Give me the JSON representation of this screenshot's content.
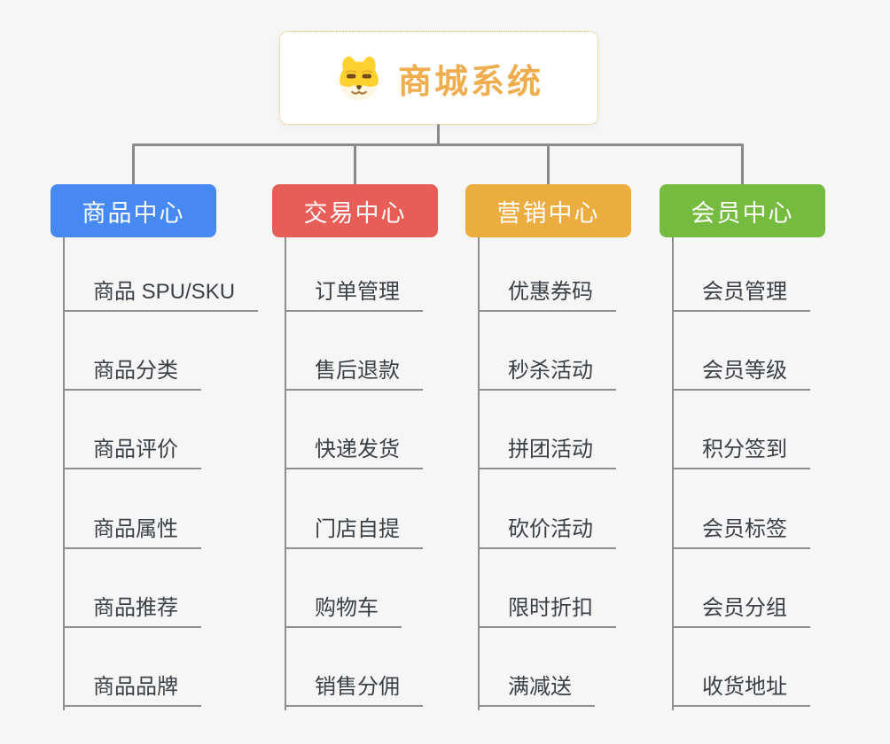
{
  "page": {
    "background": "#f6f6f6",
    "connector_color": "#8a8a8a",
    "leaf_line_color": "#8e8e8e",
    "leaf_text_color": "#3b4046"
  },
  "root": {
    "title": "商城系统",
    "icon": "shiba-dog-icon",
    "text_color": "#efad4e",
    "border_color": "#f0b35f"
  },
  "branches": [
    {
      "id": "product",
      "label": "商品中心",
      "color": "#4689f3",
      "children": [
        "商品 SPU/SKU",
        "商品分类",
        "商品评价",
        "商品属性",
        "商品推荐",
        "商品品牌"
      ]
    },
    {
      "id": "trade",
      "label": "交易中心",
      "color": "#e65e57",
      "children": [
        "订单管理",
        "售后退款",
        "快递发货",
        "门店自提",
        "购物车",
        "销售分佣"
      ]
    },
    {
      "id": "marketing",
      "label": "营销中心",
      "color": "#ecad40",
      "children": [
        "优惠券码",
        "秒杀活动",
        "拼团活动",
        "砍价活动",
        "限时折扣",
        "满减送"
      ]
    },
    {
      "id": "member",
      "label": "会员中心",
      "color": "#74bb40",
      "children": [
        "会员管理",
        "会员等级",
        "积分签到",
        "会员标签",
        "会员分组",
        "收货地址"
      ]
    }
  ]
}
